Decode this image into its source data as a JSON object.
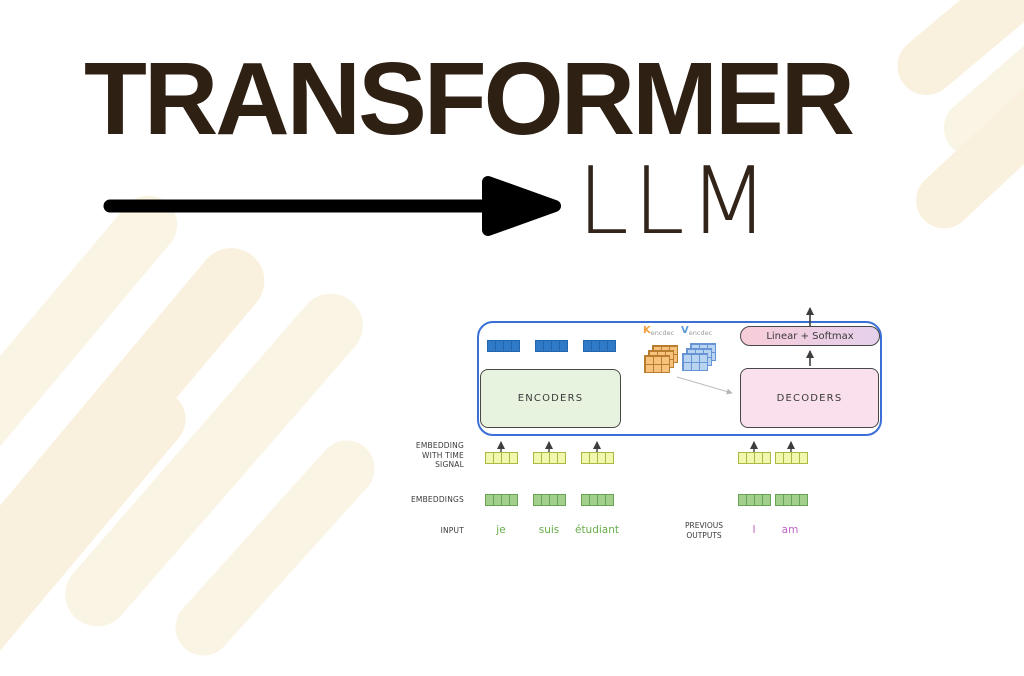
{
  "slide": {
    "title": "TRANSFORMER",
    "subtitle": "LLM"
  },
  "diagram": {
    "encoders_label": "ENCODERS",
    "decoders_label": "DECODERS",
    "linear_softmax_label": "Linear + Softmax",
    "k": {
      "main": "K",
      "sub": "encdec"
    },
    "v": {
      "main": "V",
      "sub": "encdec"
    },
    "labels": {
      "embedding_time_lines": [
        "EMBEDDING",
        "WITH TIME",
        "SIGNAL"
      ],
      "embeddings": "EMBEDDINGS",
      "input": "INPUT",
      "previous_outputs_lines": [
        "PREVIOUS",
        "OUTPUTS"
      ]
    },
    "tokens": {
      "input": [
        "je",
        "suis",
        "étudiant"
      ],
      "previous": [
        "I",
        "am"
      ]
    }
  },
  "colors": {
    "title_brown": "#2F2014",
    "frame_blue": "#3A6FD8",
    "encoders_fill": "#E8F3DF",
    "decoders_fill": "#FADFEC",
    "pill_gradient_left": "#F8CDD9",
    "pill_gradient_right": "#E5D0EC",
    "encoder_output_blue": "#2E7AC6",
    "embedding_time_yellow": "#F2F7AD",
    "embedding_green": "#A2CF8C",
    "k_orange": "#F2A03D",
    "v_blue": "#5B9BD5",
    "input_token_green": "#67AE4B",
    "output_token_magenta": "#BD66C4",
    "decoration_cream": "#F9F1DD"
  }
}
